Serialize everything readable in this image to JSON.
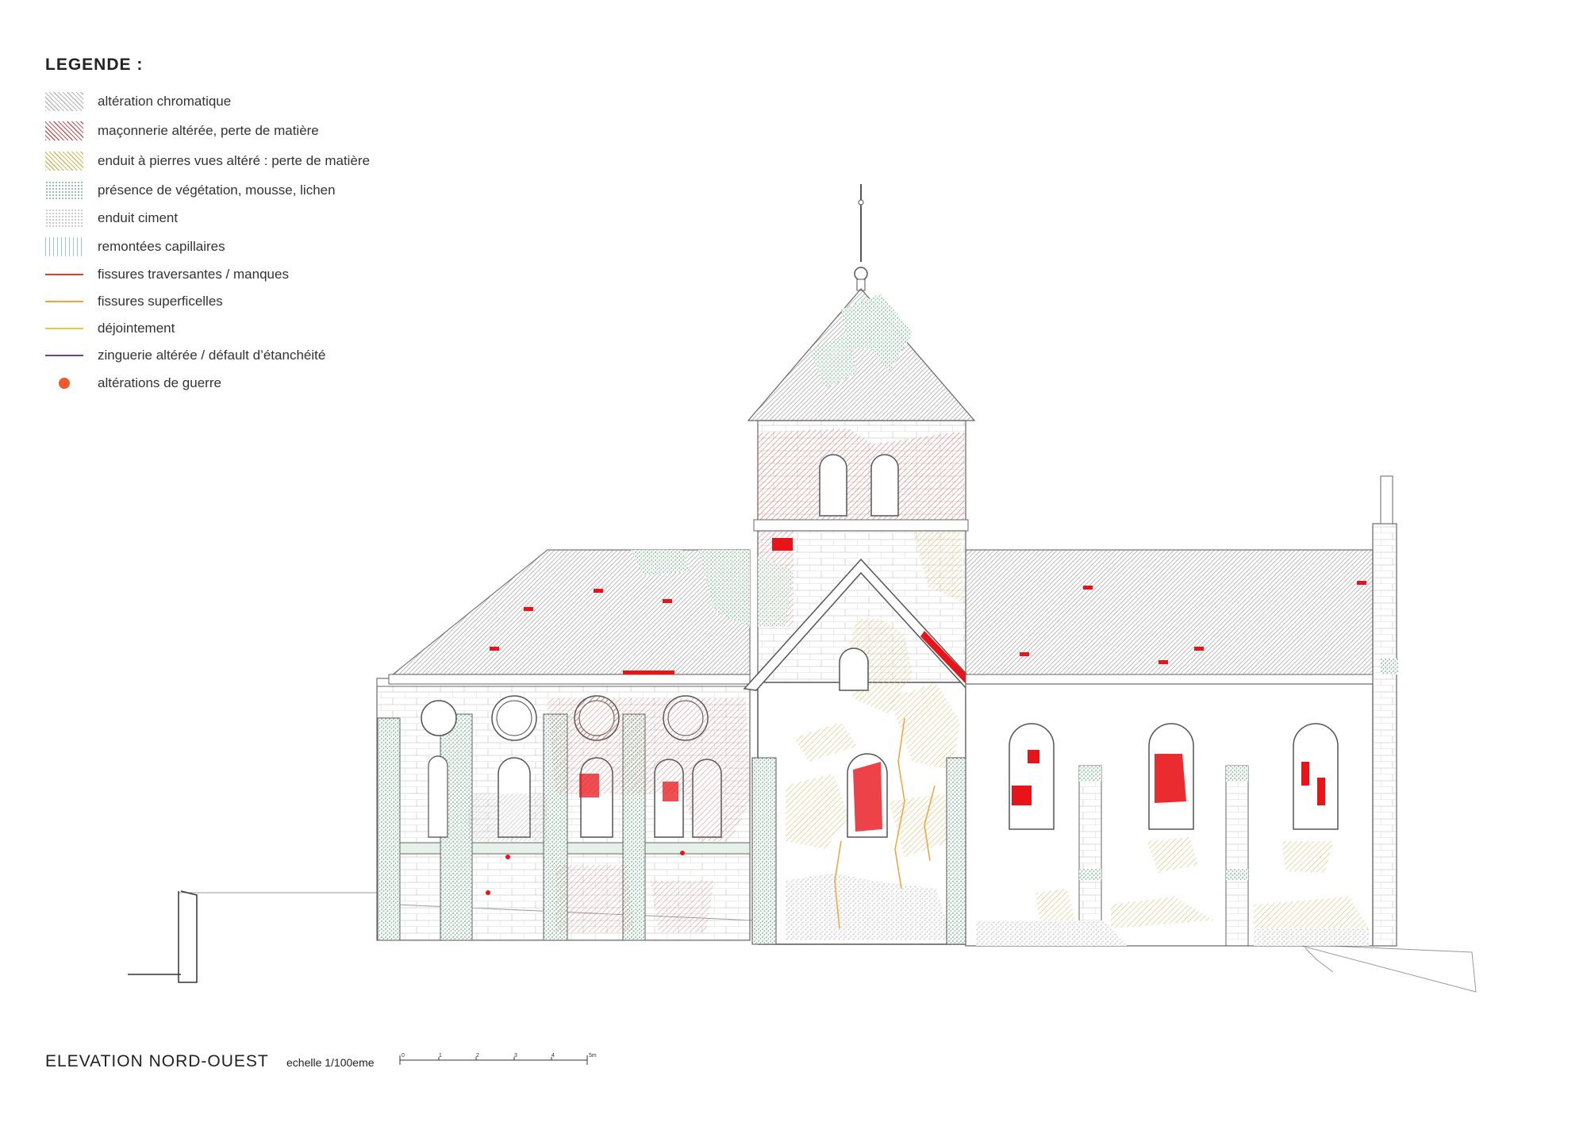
{
  "legend": {
    "title": "LEGENDE :",
    "items": [
      {
        "label": "altération chromatique",
        "kind": "hatch",
        "color": "#b8b8b8",
        "icon": "hatch-grey-swatch"
      },
      {
        "label": "maçonnerie altérée, perte de matière",
        "kind": "hatch",
        "color": "#c4585a",
        "icon": "hatch-red-swatch"
      },
      {
        "label": "enduit à pierres vues altéré : perte de matière",
        "kind": "hatch",
        "color": "#d6b65e",
        "icon": "hatch-ochre-swatch"
      },
      {
        "label": "présence de végétation, mousse, lichen",
        "kind": "stipple",
        "color": "#8cbfa3",
        "icon": "stipple-green-swatch"
      },
      {
        "label": "enduit ciment",
        "kind": "stipple",
        "color": "#c9c9c9",
        "icon": "stipple-grey-swatch"
      },
      {
        "label": "remontées capillaires",
        "kind": "bars",
        "color": "#9cc6de",
        "icon": "capillary-swatch"
      },
      {
        "label": "fissures traversantes / manques",
        "kind": "line",
        "color": "#e63a34",
        "icon": "red-line-swatch"
      },
      {
        "label": "fissures superficelles",
        "kind": "line",
        "color": "#f0a33a",
        "icon": "orange-line-swatch"
      },
      {
        "label": "déjointement",
        "kind": "line",
        "color": "#e8cb3c",
        "icon": "yellow-line-swatch"
      },
      {
        "label": "zinguerie altérée / défault d’étanchéité",
        "kind": "line",
        "color": "#6b3fa0",
        "icon": "purple-line-swatch"
      },
      {
        "label": "altérations de guerre",
        "kind": "dot",
        "color": "#ee5a2a",
        "icon": "orange-dot-swatch"
      }
    ]
  },
  "drawing_title": "ELEVATION NORD-OUEST",
  "scale": {
    "label": "echelle 1/100eme",
    "ticks": [
      "0",
      "1",
      "2",
      "3",
      "4",
      "5m"
    ]
  },
  "colors": {
    "outline": "#555555",
    "roof": "#bdbdbd",
    "masonry_damage": "#c4585a",
    "render_loss": "#d6b65e",
    "vegetation": "#8cbfa3",
    "cement": "#cfcfcf",
    "through_crack": "#e8141a",
    "surface_crack": "#f0a33a"
  }
}
